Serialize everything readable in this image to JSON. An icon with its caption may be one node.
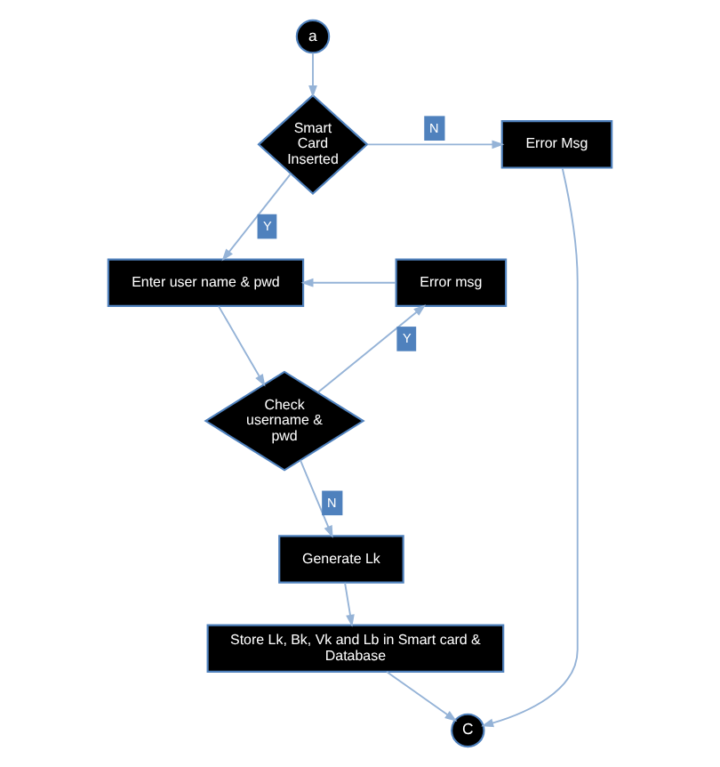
{
  "diagram": {
    "nodes": [
      {
        "text": [
          "a"
        ]
      },
      {
        "text": [
          "Smart Card Inserted"
        ]
      },
      {
        "text": [
          "Error Msg"
        ]
      },
      {
        "text": [
          "Enter user name & pwd"
        ]
      },
      {
        "text": [
          "Error msg"
        ]
      },
      {
        "text": [
          "Check username & pwd"
        ]
      },
      {
        "text": [
          "Generate Lk"
        ]
      },
      {
        "text": [
          "Store Lk, Bk, Vk and Lb in Smart card & Database"
        ]
      },
      {
        "text": [
          "C"
        ]
      }
    ],
    "edges": [
      {
        "from": 0,
        "to": 1,
        "arrow": "to"
      },
      {
        "from": 1,
        "to": 2,
        "arrow": "to",
        "label": "N"
      },
      {
        "from": 1,
        "to": 3,
        "arrow": "to",
        "label": "Y"
      },
      {
        "from": 2,
        "to": 8,
        "arrow": "to"
      },
      {
        "from": 3,
        "to": 5,
        "arrow": "to"
      },
      {
        "from": 5,
        "to": 4,
        "arrow": "to",
        "label": "Y"
      },
      {
        "from": 4,
        "to": 3,
        "arrow": "to"
      },
      {
        "from": 5,
        "to": 6,
        "arrow": "to",
        "label": "N"
      },
      {
        "from": 6,
        "to": 7,
        "arrow": "to"
      },
      {
        "from": 7,
        "to": 8,
        "arrow": "to"
      }
    ]
  }
}
